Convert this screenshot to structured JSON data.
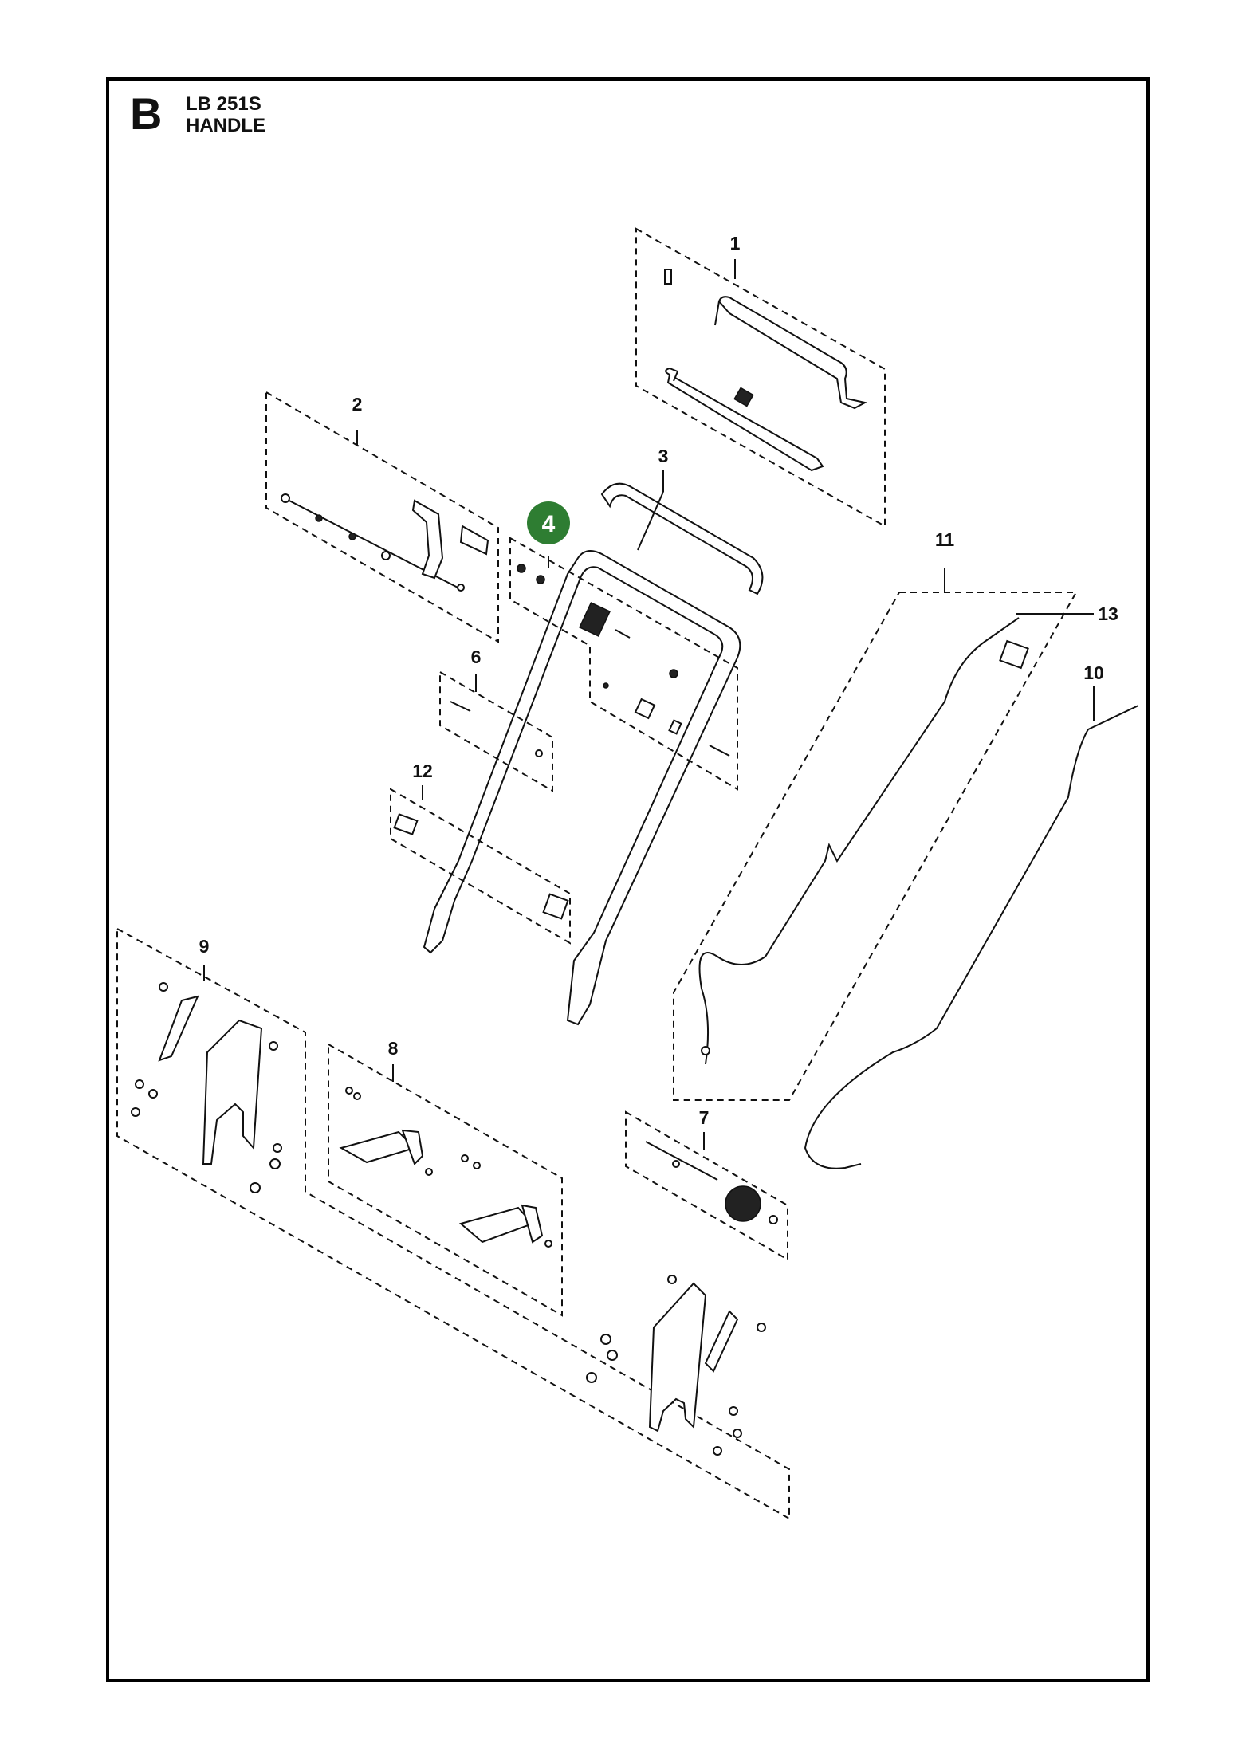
{
  "header": {
    "section_letter": "B",
    "model": "LB 251S",
    "assembly": "HANDLE"
  },
  "callouts": {
    "c1": "1",
    "c2": "2",
    "c3": "3",
    "c4": "4",
    "c5_6": "6",
    "c7": "7",
    "c8": "8",
    "c9": "9",
    "c10": "10",
    "c11": "11",
    "c12": "12",
    "c13": "13"
  },
  "highlight": {
    "callout": "4",
    "color": "#2e7d32"
  },
  "colors": {
    "line": "#111111",
    "badge": "#2e7d32",
    "background": "#ffffff"
  }
}
